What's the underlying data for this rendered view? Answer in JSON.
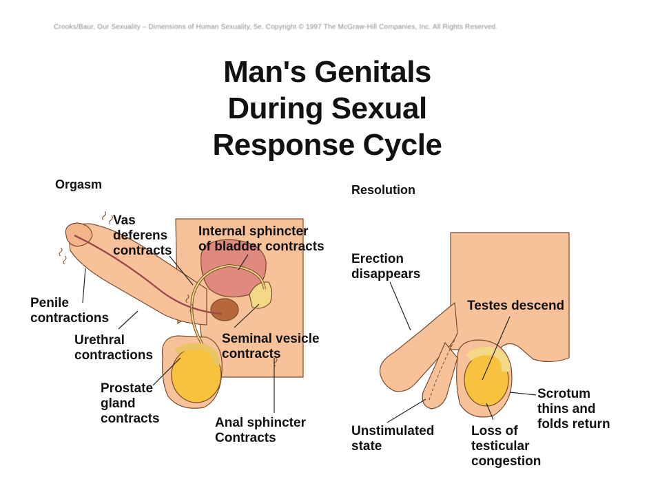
{
  "header": {
    "copyright_line": "Crooks/Baur, Our Sexuality – Dimensions of Human Sexuality, 5e. Copyright © 1997 The McGraw-Hill Companies, Inc. All Rights Reserved.",
    "title_lines": [
      "Man's Genitals",
      "During Sexual",
      "Response Cycle"
    ]
  },
  "orgasm": {
    "heading": "Orgasm",
    "labels": {
      "vas_deferens": [
        "Vas",
        "deferens",
        "contracts"
      ],
      "internal_sphincter": [
        "Internal sphincter",
        "of bladder contracts"
      ],
      "penile": [
        "Penile",
        "contractions"
      ],
      "urethral": [
        "Urethral",
        "contractions"
      ],
      "seminal_vesicle": [
        "Seminal vesicle",
        "contracts"
      ],
      "prostate": [
        "Prostate",
        "gland",
        "contracts"
      ],
      "anal_sphincter": [
        "Anal sphincter",
        "Contracts"
      ]
    }
  },
  "resolution": {
    "heading": "Resolution",
    "labels": {
      "erection": [
        "Erection",
        "disappears"
      ],
      "testes": [
        "Testes descend"
      ],
      "scrotum": [
        "Scrotum",
        "thins and",
        "folds return"
      ],
      "unstimulated": [
        "Unstimulated",
        "state"
      ],
      "congestion": [
        "Loss of",
        "testicular",
        "congestion"
      ]
    }
  },
  "colors": {
    "skin": "#f7c29a",
    "skin_outline": "#7a4a2a",
    "bladder": "#e0897e",
    "prostate": "#b6683c",
    "testis": "#f7c23e",
    "epididymis": "#f2d887",
    "duct": "#9a4a4a"
  }
}
